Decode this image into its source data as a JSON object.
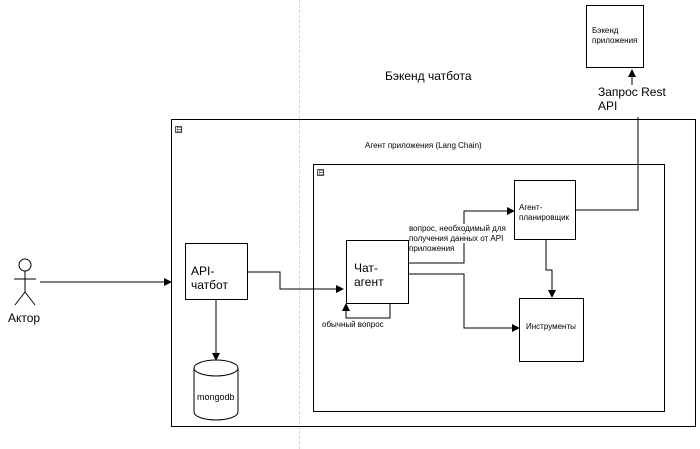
{
  "diagram": {
    "actor": {
      "label": "Актор"
    },
    "backend_title": "Бэкенд чатбота",
    "app_agent_container": {
      "title": "Агент приложения (Lang Chain)"
    },
    "api_chatbot": {
      "line1": "API-",
      "line2": "чатбот"
    },
    "mongodb": {
      "label": "mongodb"
    },
    "chat_agent": {
      "line1": "Чат-",
      "line2": "агент"
    },
    "planner": {
      "line1": "Агент-",
      "line2": "планировщик"
    },
    "tools": {
      "label": "Инструменты"
    },
    "app_backend": {
      "line1": "Бэкенд",
      "line2": "приложения"
    },
    "edge_labels": {
      "question_api": [
        "вопрос, необходимый для",
        "получения данных от API",
        "приложения"
      ],
      "ordinary_question": "обычный вопрос",
      "rest_request": [
        "Запрос Rest",
        "API"
      ]
    },
    "collapse_symbol": "⊟"
  }
}
